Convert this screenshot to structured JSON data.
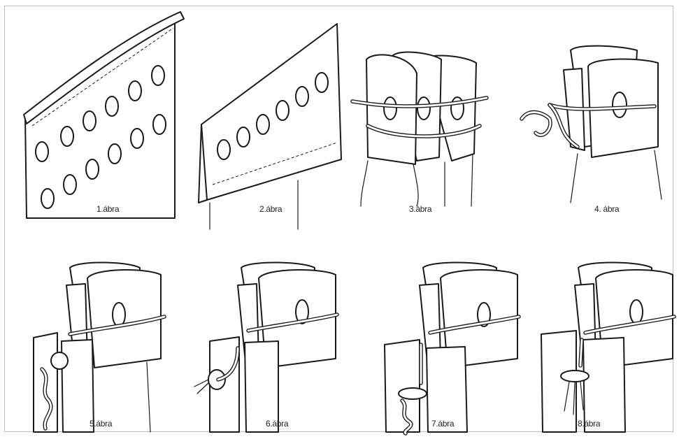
{
  "steps": [
    {
      "caption": "1.ábra",
      "icon": "perforated-sleeve-icon"
    },
    {
      "caption": "2.ábra",
      "icon": "folded-sleeve-icon"
    },
    {
      "caption": "3.ábra",
      "icon": "laced-sleeves-icon"
    },
    {
      "caption": "4. ábra",
      "icon": "knotted-cord-icon"
    },
    {
      "caption": "5.ábra",
      "icon": "post-knot-icon"
    },
    {
      "caption": "6.ábra",
      "icon": "seal-disc-icon"
    },
    {
      "caption": "7.ábra",
      "icon": "seal-disc-knot-icon"
    },
    {
      "caption": "8.ábra",
      "icon": "sealed-icon"
    }
  ]
}
